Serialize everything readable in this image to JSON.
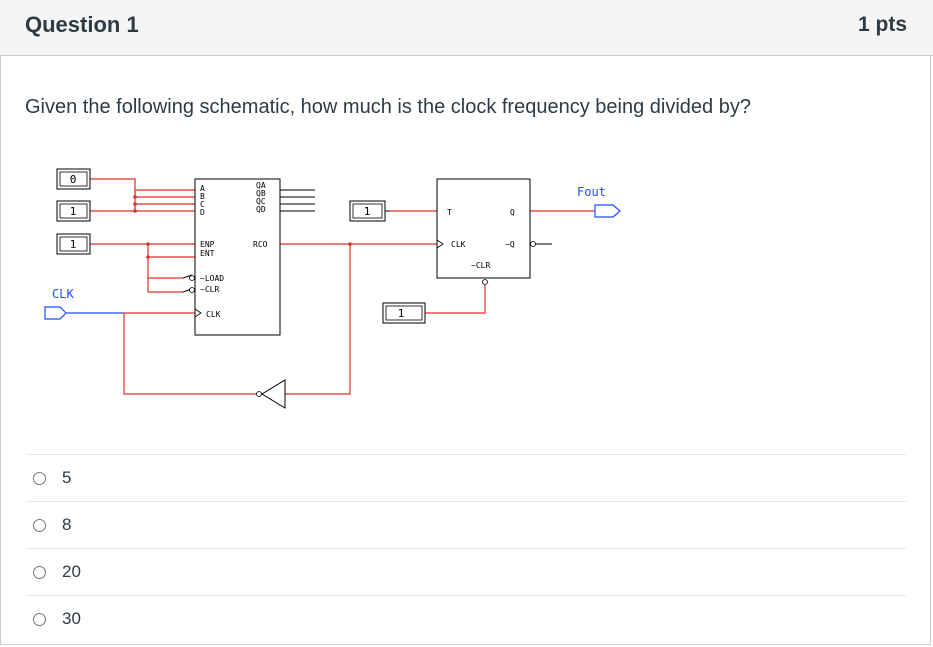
{
  "question": {
    "title": "Question 1",
    "points": "1 pts",
    "prompt": "Given the following schematic, how much is the clock frequency being divided by?"
  },
  "schematic": {
    "inputs": [
      "0",
      "1",
      "1"
    ],
    "clk_label": "CLK",
    "counter": {
      "data_pins": [
        "A",
        "B",
        "C",
        "D"
      ],
      "out_pins": [
        "QA",
        "QB",
        "QC",
        "QD"
      ],
      "enp": "ENP",
      "ent": "ENT",
      "rco": "RCO",
      "load": "~LOAD",
      "clr": "~CLR",
      "clk": "CLK"
    },
    "t_input": "1",
    "clr_input": "1",
    "ff": {
      "t": "T",
      "q": "Q",
      "clk": "CLK",
      "qbar": "~Q",
      "clr": "~CLR"
    },
    "output_label": "Fout"
  },
  "answers": [
    {
      "label": "5"
    },
    {
      "label": "8"
    },
    {
      "label": "20"
    },
    {
      "label": "30"
    }
  ],
  "colors": {
    "wire": "#e0302a",
    "line": "#000000",
    "output": "#1e4cff"
  }
}
